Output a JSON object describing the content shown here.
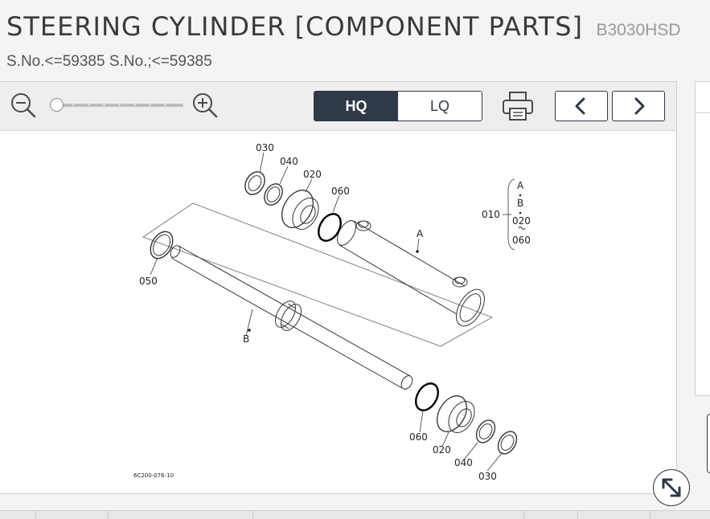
{
  "header": {
    "title": "STEERING CYLINDER [COMPONENT PARTS]",
    "model": "B3030HSD",
    "subtitle": "S.No.<=59385 S.No.;<=59385"
  },
  "toolbar": {
    "zoom_out_icon": "zoom-out-icon",
    "zoom_in_icon": "zoom-in-icon",
    "zoom_level": 0,
    "quality_hq_label": "HQ",
    "quality_lq_label": "LQ",
    "quality_selected": "HQ",
    "print_icon": "printer-icon",
    "prev_icon": "chevron-left-icon",
    "next_icon": "chevron-right-icon"
  },
  "drawing": {
    "callouts": {
      "top_030": "030",
      "top_040": "040",
      "top_020": "020",
      "top_060": "060",
      "label_a": "A",
      "label_b": "B",
      "label_050": "050",
      "bottom_060": "060",
      "bottom_020": "020",
      "bottom_040": "040",
      "bottom_030": "030"
    },
    "assembly_legend": {
      "ref": "010",
      "line1": "A",
      "line2": "B",
      "line3": "020",
      "line4": "060"
    },
    "figure_code": "6C200-076-10"
  },
  "colors": {
    "accent": "#2f3947",
    "page_bg": "#f4f4f4",
    "toolbar_bg": "#eeeeee"
  },
  "footer": {
    "expand_icon": "expand-diagonal-icon"
  }
}
